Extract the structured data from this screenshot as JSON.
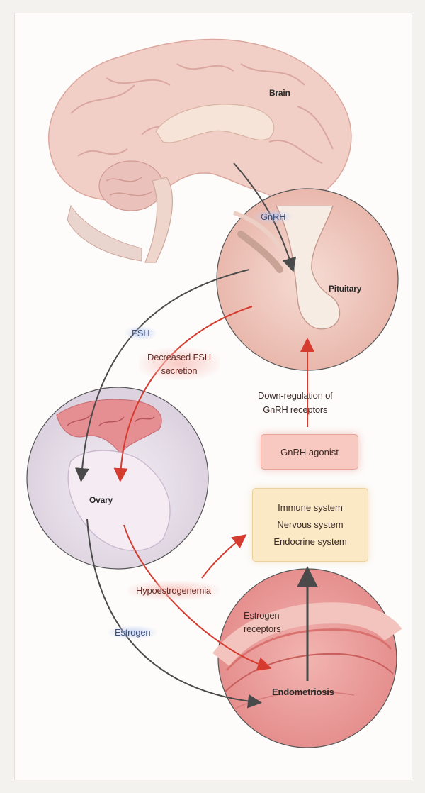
{
  "labels": {
    "brain": "Brain",
    "gnrh": "GnRH",
    "pituitary": "Pituitary",
    "fsh": "FSH",
    "decreased_fsh_line1": "Decreased FSH",
    "decreased_fsh_line2": "secretion",
    "downreg_line1": "Down-regulation of",
    "downreg_line2": "GnRH receptors",
    "gnrh_agonist": "GnRH agonist",
    "ovary": "Ovary",
    "immune": "Immune system",
    "nervous": "Nervous system",
    "endocrine": "Endocrine system",
    "hypoestrogenemia": "Hypoestrogenemia",
    "estrogen_receptors_line1": "Estrogen",
    "estrogen_receptors_line2": "receptors",
    "estrogen": "Estrogen",
    "endometriosis": "Endometriosis"
  },
  "colors": {
    "arrow_dark": "#4a4a4a",
    "arrow_red": "#d63b2f",
    "brain_fill": "#f2cfc6",
    "agonist_box": "#f7c9c0",
    "systems_box": "#fbe8c5"
  }
}
